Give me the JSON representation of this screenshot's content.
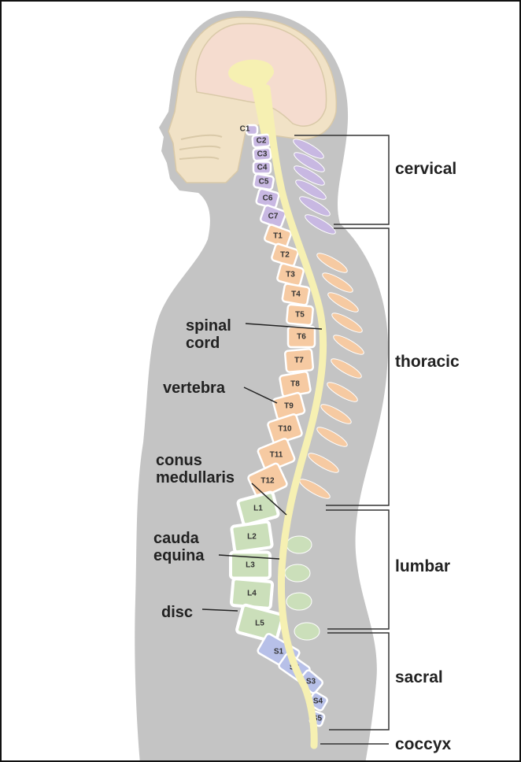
{
  "colors": {
    "body": "#c4c4c4",
    "skull": "#f1e2c6",
    "brain": "#f5dccf",
    "cord": "#f6f0b2",
    "cervical": "#c8b8e2",
    "thoracic": "#f6caa2",
    "lumbar": "#cbdfba",
    "sacral": "#b7c0e8",
    "disc": "#ffffff"
  },
  "vertebrae": {
    "cervical": [
      "C1",
      "C2",
      "C3",
      "C4",
      "C5",
      "C6",
      "C7"
    ],
    "thoracic": [
      "T1",
      "T2",
      "T3",
      "T4",
      "T5",
      "T6",
      "T7",
      "T8",
      "T9",
      "T10",
      "T11",
      "T12"
    ],
    "lumbar": [
      "L1",
      "L2",
      "L3",
      "L4",
      "L5"
    ],
    "sacral": [
      "S1",
      "S2",
      "S3",
      "S4",
      "S5"
    ]
  },
  "regions": {
    "cervical": "cervical",
    "thoracic": "thoracic",
    "lumbar": "lumbar",
    "sacral": "sacral",
    "coccyx": "coccyx"
  },
  "callouts": {
    "spinal_cord": [
      "spinal",
      "cord"
    ],
    "vertebra": [
      "vertebra"
    ],
    "conus_medullaris": [
      "conus",
      "medullaris"
    ],
    "cauda_equina": [
      "cauda",
      "equina"
    ],
    "disc": [
      "disc"
    ]
  }
}
